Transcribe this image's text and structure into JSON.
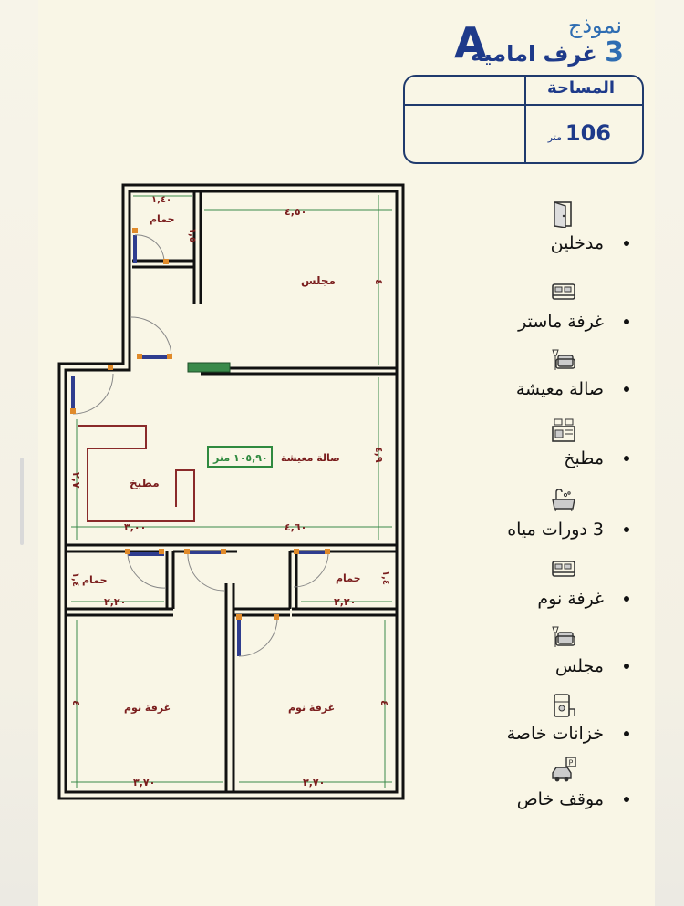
{
  "header": {
    "model_letter": "A",
    "model_title": "نموذج",
    "model_count": "3",
    "model_rooms": "غرف امامية"
  },
  "area": {
    "label": "المساحة",
    "value": "106",
    "unit": "متر"
  },
  "features": [
    {
      "icon": "door-icon",
      "label": "مدخلين"
    },
    {
      "icon": "bed-icon",
      "label": "غرفة ماستر"
    },
    {
      "icon": "armchair-lamp-icon",
      "label": "صالة معيشة"
    },
    {
      "icon": "kitchen-icon",
      "label": "مطبخ"
    },
    {
      "icon": "bathtub-icon",
      "label": "3 دورات مياه"
    },
    {
      "icon": "bed-icon",
      "label": "غرفة نوم"
    },
    {
      "icon": "armchair-lamp-icon",
      "label": "مجلس"
    },
    {
      "icon": "water-tank-icon",
      "label": "خزانات خاصة"
    },
    {
      "icon": "car-parking-icon",
      "label": "موقف خاص"
    }
  ],
  "plan": {
    "rooms": {
      "majlis": "مجلس",
      "living": "صالة معيشة",
      "living_area": "١٠٥,٩٠ متر",
      "kitchen": "مطبخ",
      "bath_top": "حمام",
      "bath_left": "حمام",
      "bath_right": "حمام",
      "bedroom_left": "غرفة نوم",
      "bedroom_right": "غرفة نوم"
    },
    "dims": {
      "bath_top_w": "١,٤٠",
      "bath_top_h": "١,٥",
      "majlis_w": "٤,٥٠",
      "majlis_h": "٤",
      "living_h": "٤,٩",
      "kitchen_h": "٢,٧",
      "kitchen_w": "٣,٠٠",
      "living_w": "٤,٦٠",
      "bath_left_w": "٢,٢٠",
      "bath_left_h": "١,٤",
      "bath_right_w": "٢,٢٠",
      "bath_right_h": "١,٤",
      "bed_left_h": "٤",
      "bed_left_w": "٣,٧٠",
      "bed_right_h": "٤",
      "bed_right_w": "٣,٧٠"
    }
  },
  "colors": {
    "wall": "#111111",
    "door": "#2f3d8f",
    "dim_line": "#3a8a4a",
    "room_text": "#7a1d1d",
    "brand": "#1e3a8a",
    "accent": "#2f6db2"
  }
}
